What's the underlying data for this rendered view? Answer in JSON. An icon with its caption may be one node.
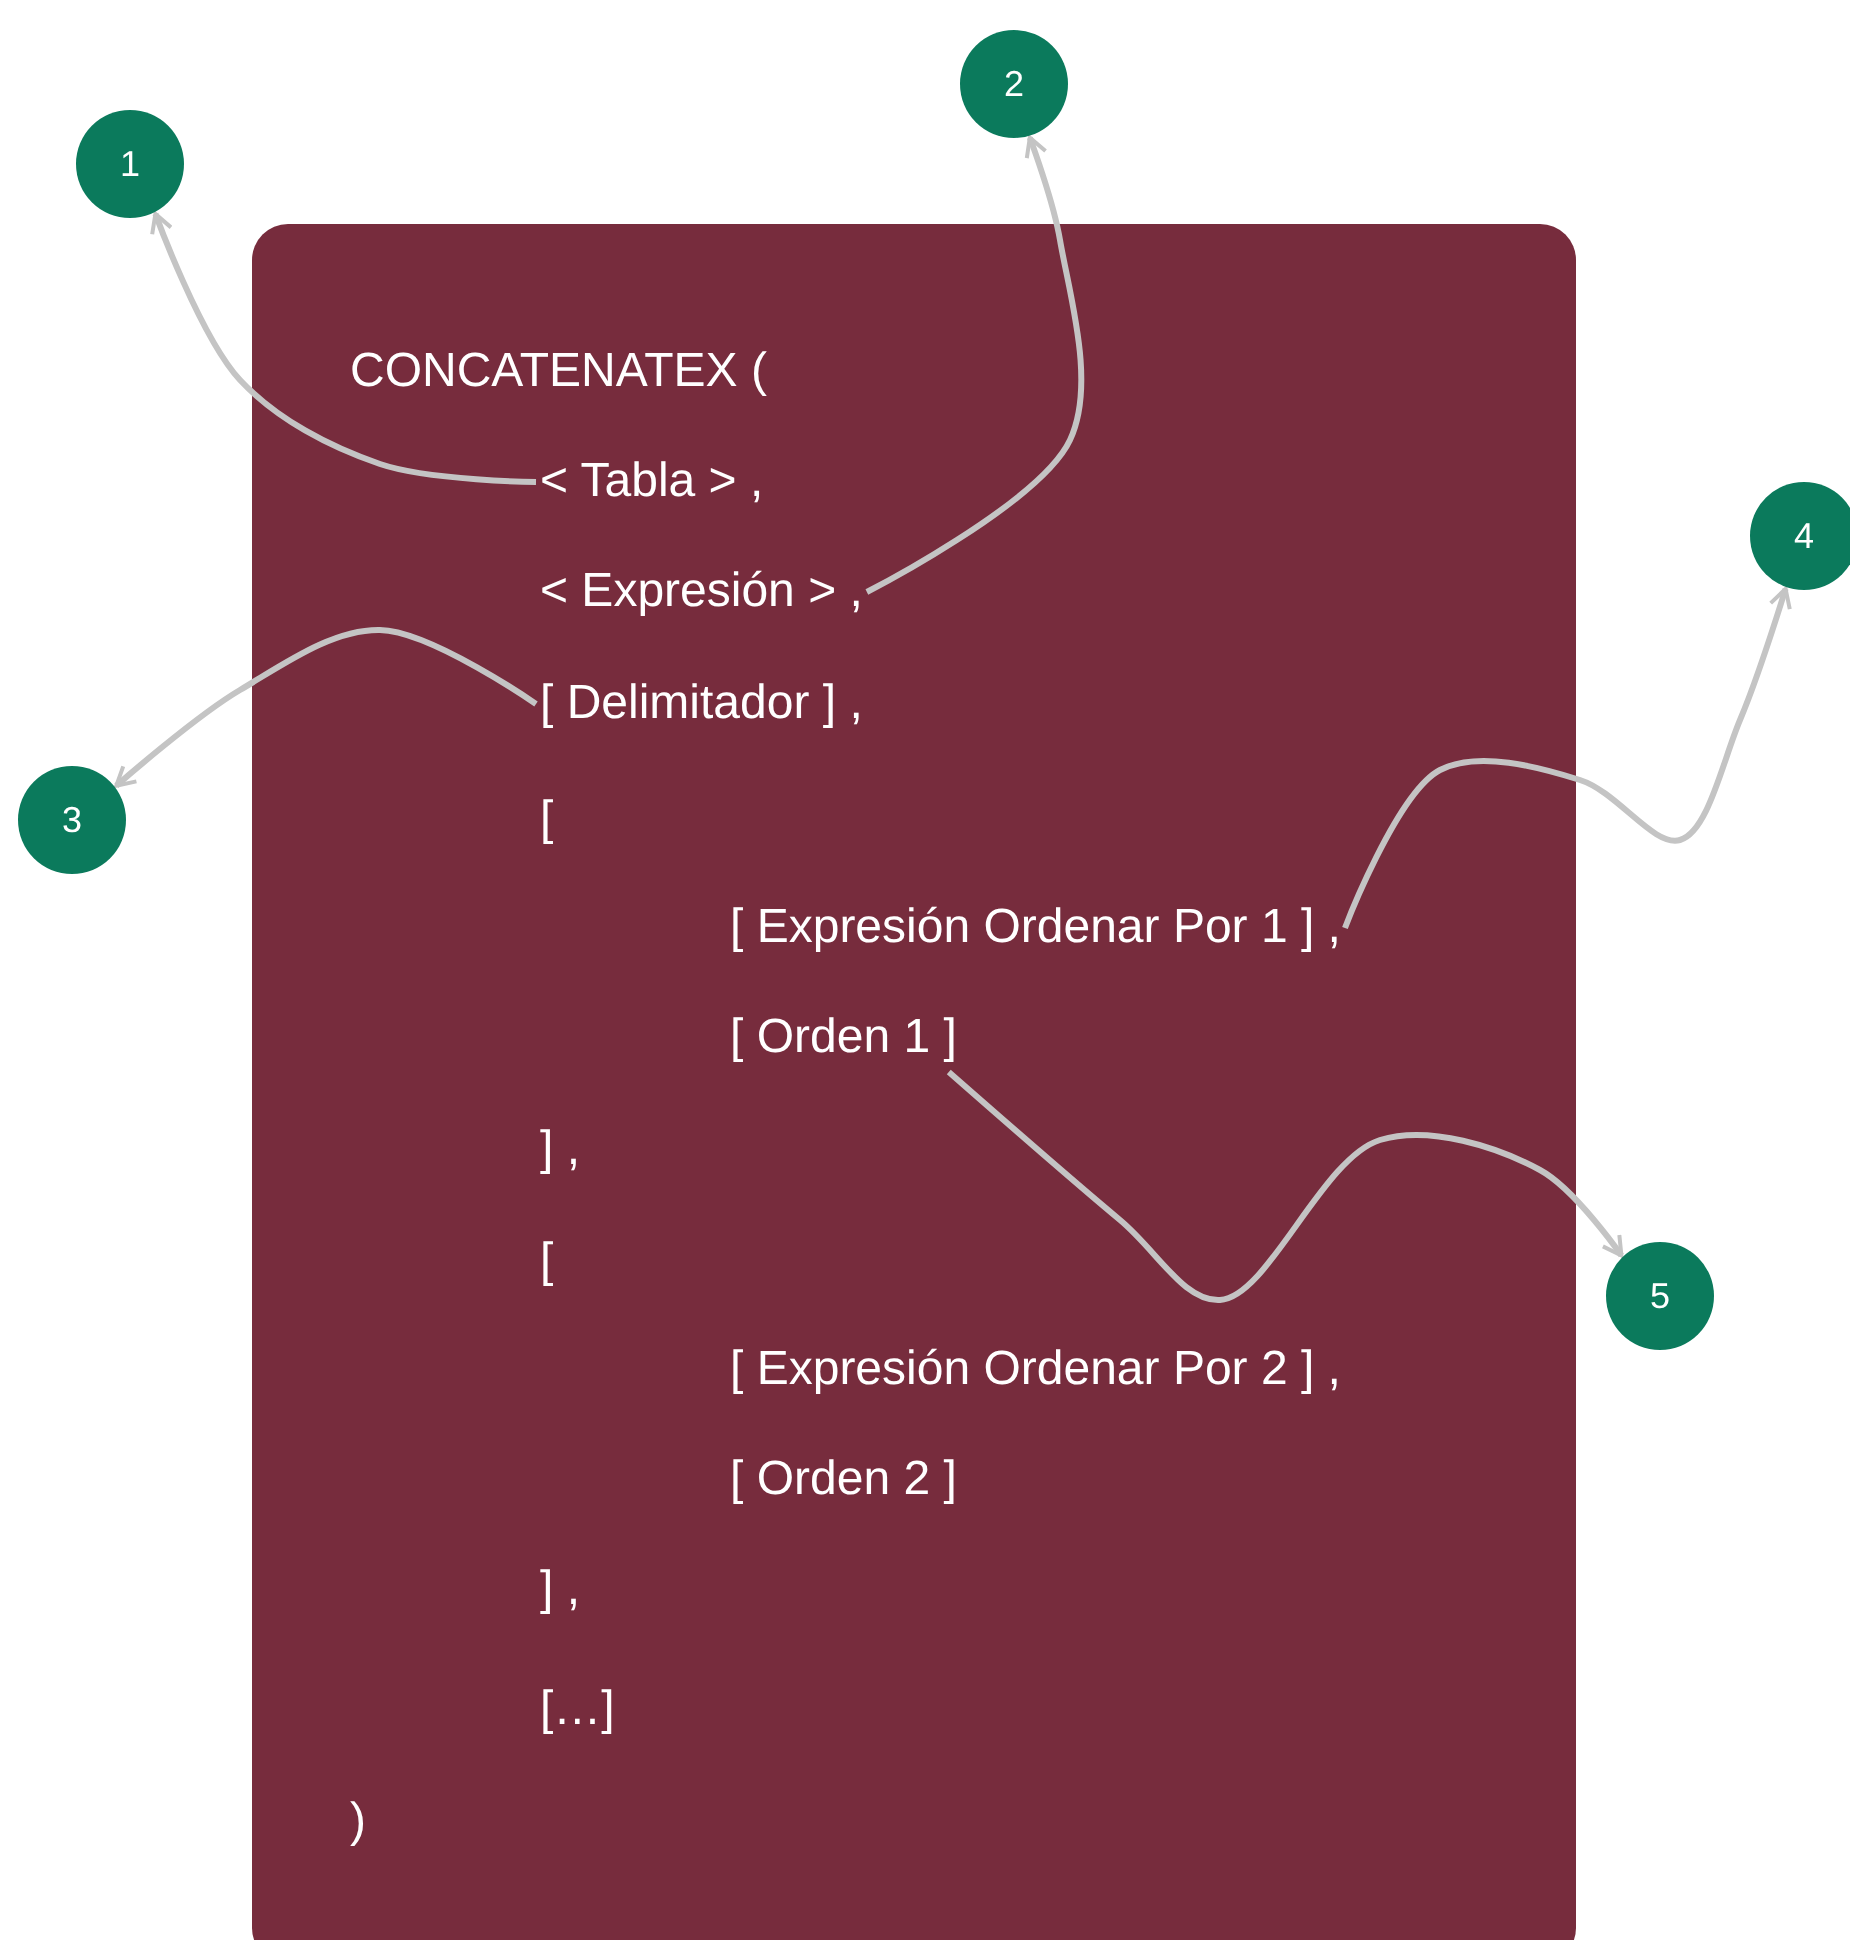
{
  "diagram": {
    "nodes": [
      {
        "text": [
          "CONCATENATEX (",
          "[",
          "] ,",
          "[",
          "[ Expresión Ordenar Por 2 ] ,",
          "[ Orden 2 ]",
          "] ,",
          "[…]",
          ")"
        ]
      },
      {
        "text": [
          "< Tabla > ,"
        ],
        "in": 0
      },
      {
        "text": [
          "< Expresión > ,"
        ],
        "in": 0
      },
      {
        "text": [
          "[ Delimitador ] ,"
        ],
        "in": 0
      },
      {
        "text": [
          "[ Expresión Ordenar Por 1 ] ,"
        ],
        "in": 0
      },
      {
        "text": [
          "[ Orden 1 ]"
        ],
        "in": 0
      },
      {
        "text": [
          "1"
        ]
      },
      {
        "text": [
          "2"
        ]
      },
      {
        "text": [
          "3"
        ]
      },
      {
        "text": [
          "4"
        ]
      },
      {
        "text": [
          "5"
        ]
      }
    ],
    "edges": [
      {
        "from": 1,
        "to": 6,
        "arrow": "to"
      },
      {
        "from": 2,
        "to": 7,
        "arrow": "to"
      },
      {
        "from": 3,
        "to": 8,
        "arrow": "to"
      },
      {
        "from": 4,
        "to": 9,
        "arrow": "to"
      },
      {
        "from": 5,
        "to": 10,
        "arrow": "to"
      }
    ]
  }
}
